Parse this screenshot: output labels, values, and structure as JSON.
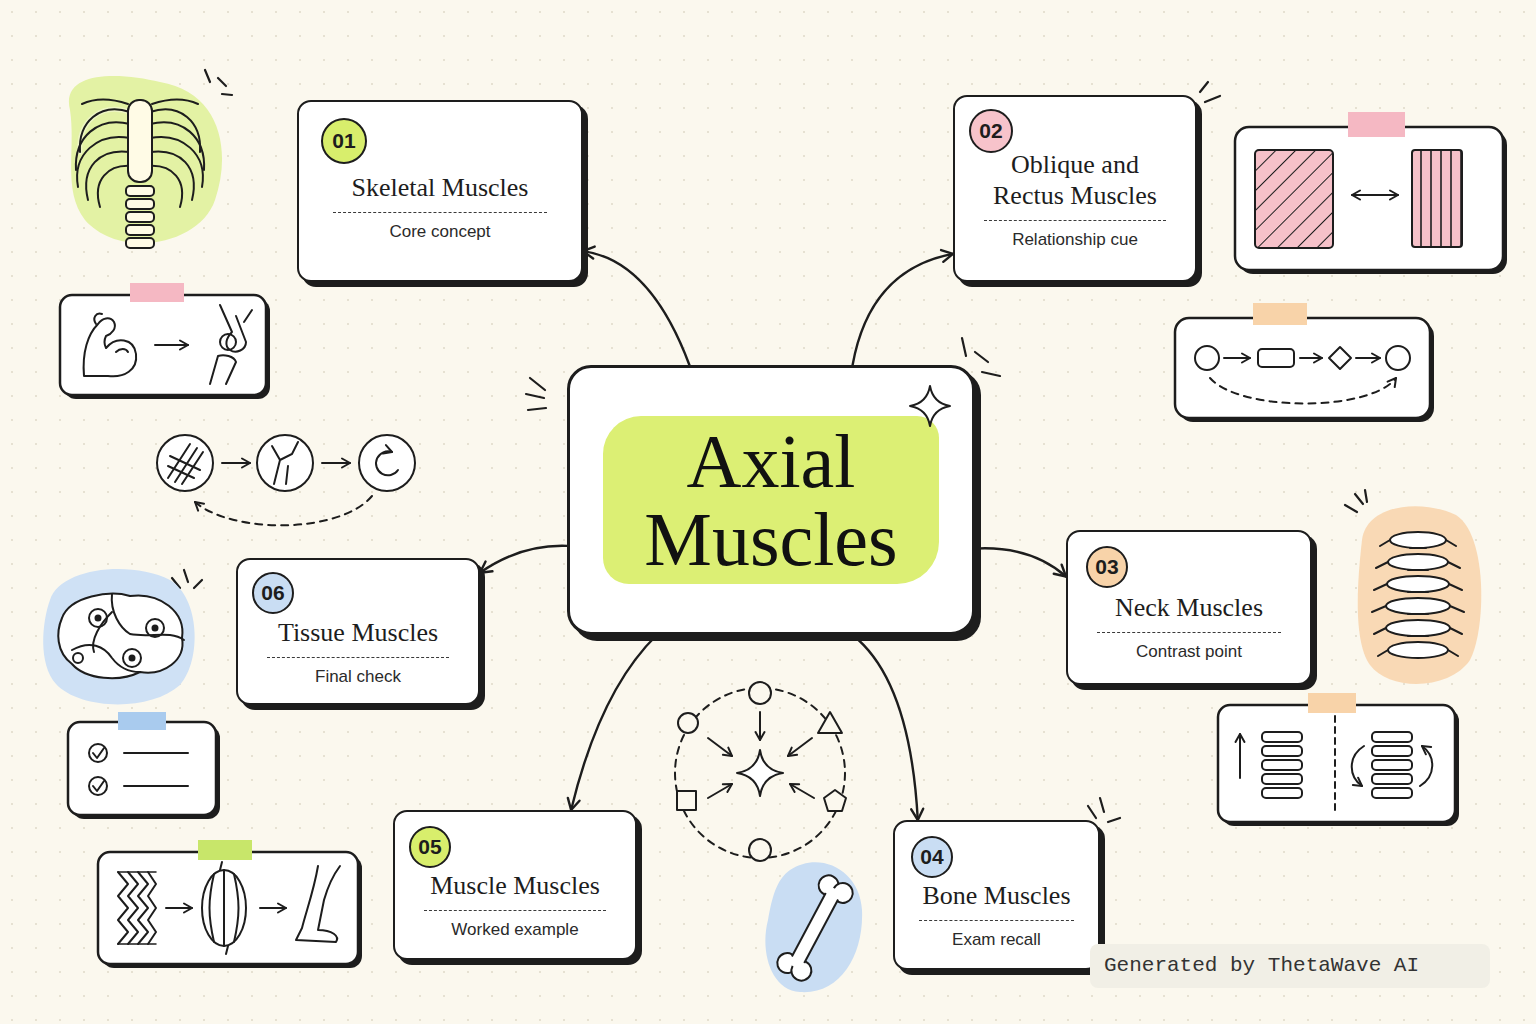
{
  "diagram": {
    "nodes": [
      {
        "text": [
          "Axial Muscles"
        ]
      },
      {
        "text": [
          "Skeletal Muscles",
          "Core concept"
        ]
      },
      {
        "text": [
          "01"
        ],
        "in": 1
      },
      {
        "text": [
          "Oblique and Rectus Muscles",
          "Relationship cue"
        ]
      },
      {
        "text": [
          "02"
        ],
        "in": 3
      },
      {
        "text": [
          "Neck Muscles",
          "Contrast point"
        ]
      },
      {
        "text": [
          "03"
        ],
        "in": 5
      },
      {
        "text": [
          "Bone Muscles",
          "Exam recall"
        ]
      },
      {
        "text": [
          "04"
        ],
        "in": 7
      },
      {
        "text": [
          "Muscle Muscles",
          "Worked example"
        ]
      },
      {
        "text": [
          "05"
        ],
        "in": 9
      },
      {
        "text": [
          "Tissue Muscles",
          "Final check"
        ]
      },
      {
        "text": [
          "06"
        ],
        "in": 11
      }
    ],
    "edges": [
      {
        "from": 0,
        "to": 1,
        "arrow": "to"
      },
      {
        "from": 0,
        "to": 3,
        "arrow": "to"
      },
      {
        "from": 0,
        "to": 5,
        "arrow": "to"
      },
      {
        "from": 0,
        "to": 7,
        "arrow": "to"
      },
      {
        "from": 0,
        "to": 9,
        "arrow": "to"
      },
      {
        "from": 0,
        "to": 11,
        "arrow": "to"
      }
    ],
    "labels": [
      "Generated by ThetaWave AI"
    ]
  }
}
